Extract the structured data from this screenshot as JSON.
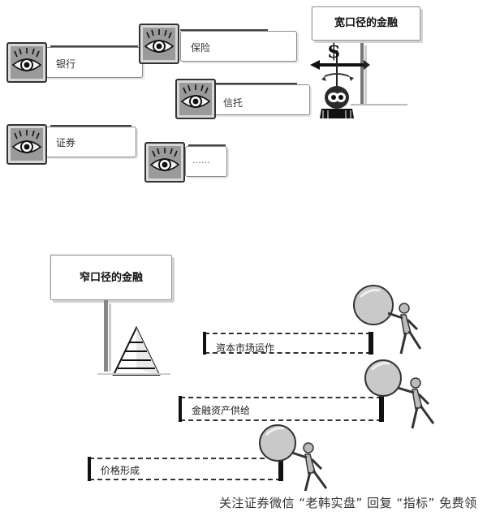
{
  "top_section": {
    "sign_title": "宽口径的金融",
    "dollar_symbol": "$",
    "items": [
      {
        "label": "银行"
      },
      {
        "label": "保险"
      },
      {
        "label": "信托"
      },
      {
        "label": "证券"
      },
      {
        "label": "……"
      }
    ]
  },
  "bottom_section": {
    "sign_title": "窄口径的金融",
    "bars": [
      {
        "label": "资本市场运作"
      },
      {
        "label": "金融资产供给"
      },
      {
        "label": "价格形成"
      }
    ]
  },
  "watermark": "关注证券微信 “老韩实盘” 回复 “指标” 免费领"
}
